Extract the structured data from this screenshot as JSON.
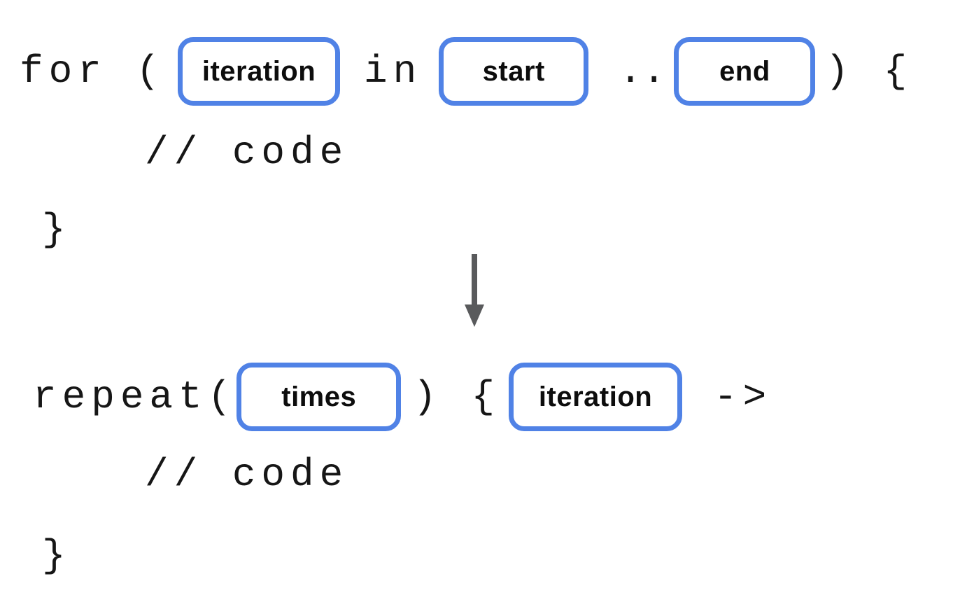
{
  "colors": {
    "background": "#ffffff",
    "box_border": "#5082e6",
    "arrow": "#595a5c",
    "code_text": "#161616",
    "label_text": "#0d0d0d"
  },
  "before": {
    "keyword_for_open": "for (",
    "param_iteration": "iteration",
    "keyword_in": "in",
    "param_start": "start",
    "range_operator": "..",
    "close_paren_open_brace": ") {",
    "body_comment": "// code",
    "closing_brace": "}"
  },
  "transform_arrow": {
    "icon": "down-arrow",
    "direction": "down"
  },
  "after": {
    "keyword_repeat_open": "repeat(",
    "param_times": "times",
    "close_paren_open_brace": ") {",
    "param_iteration": "iteration",
    "lambda_arrow": "->",
    "body_comment": "// code",
    "closing_brace": "}"
  }
}
